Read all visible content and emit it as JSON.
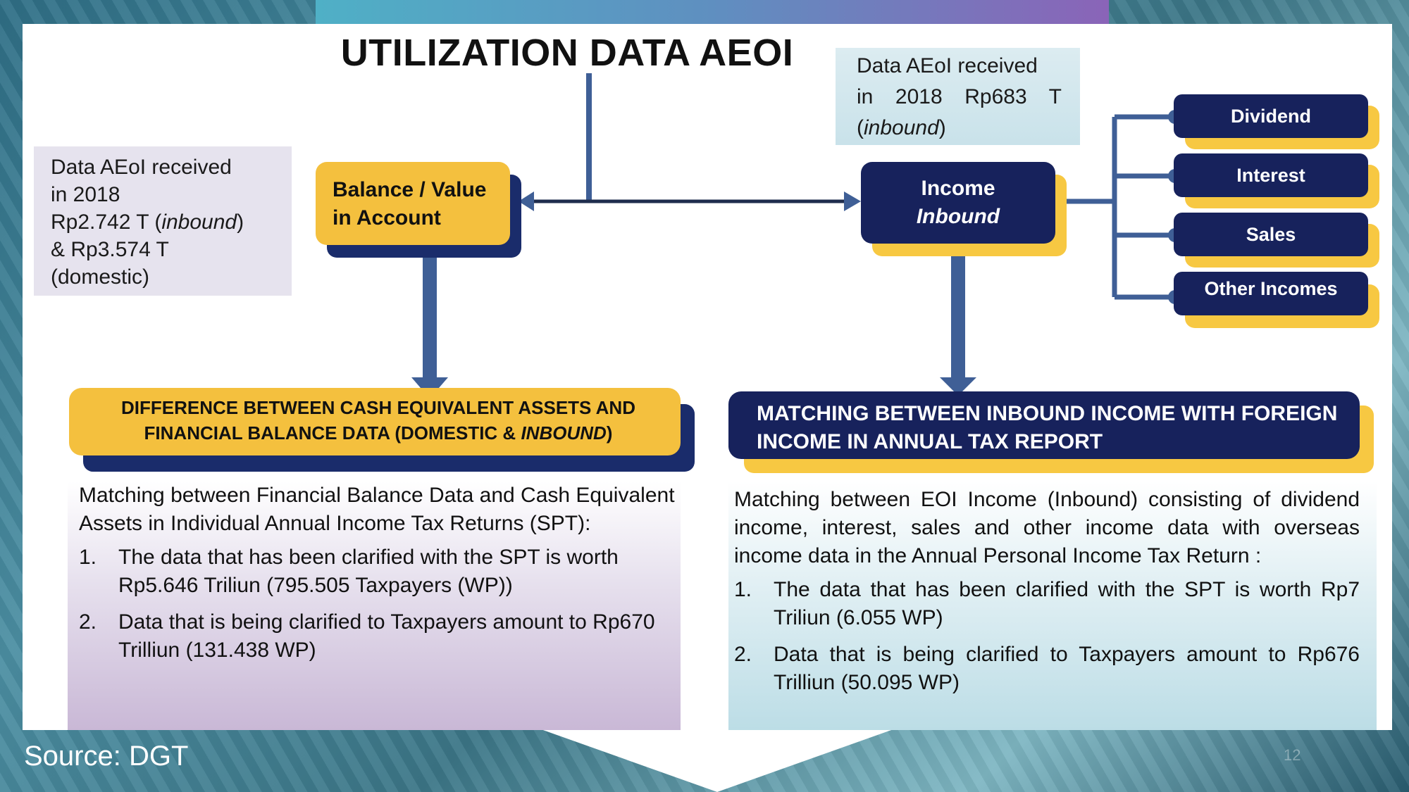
{
  "title": "UTILIZATION DATA AEOI",
  "note_left": {
    "line1": "Data AEoI received",
    "line2": "in 2018",
    "line3_pre": "Rp2.742 T (",
    "line3_em": "inbound",
    "line3_post": ")",
    "line4": "& Rp3.574 T",
    "line5": "(domestic)"
  },
  "note_right": {
    "line1": "Data AEoI received",
    "line2": "in 2018 Rp683 T",
    "line3_pre": "(",
    "line3_em": "inbound",
    "line3_post": ")"
  },
  "balance_box": {
    "line1": "Balance / Value",
    "line2": "in Account"
  },
  "income_box": {
    "line1": "Income",
    "line2": "Inbound"
  },
  "categories": [
    "Dividend",
    "Interest",
    "Sales",
    "Other Incomes"
  ],
  "left_banner": {
    "line1": "DIFFERENCE BETWEEN CASH EQUIVALENT ASSETS AND",
    "line2_pre": "FINANCIAL BALANCE DATA (DOMESTIC & ",
    "line2_em": "INBOUND",
    "line2_post": ")"
  },
  "right_banner": {
    "line1": "MATCHING BETWEEN INBOUND INCOME WITH FOREIGN",
    "line2": "INCOME IN ANNUAL TAX REPORT"
  },
  "left_panel": {
    "intro": "Matching between Financial Balance Data and Cash Equivalent Assets in Individual Annual Income Tax Returns (SPT):",
    "items": [
      {
        "num": "1.",
        "text": "The data that has been clarified with the SPT is worth Rp5.646 Triliun (795.505 Taxpayers (WP))"
      },
      {
        "num": "2.",
        "text": "Data that is being clarified to Taxpayers amount to Rp670 Trilliun (131.438 WP)"
      }
    ]
  },
  "right_panel": {
    "intro": "Matching between EOI Income (Inbound) consisting of dividend income, interest, sales and other income data with overseas income data in the Annual Personal Income Tax Return :",
    "items": [
      {
        "num": "1.",
        "text": "The data that has been clarified with the SPT is worth Rp7 Triliun  (6.055 WP)"
      },
      {
        "num": "2.",
        "text": "Data that is being clarified to Taxpayers amount to Rp676 Trilliun (50.095 WP)"
      }
    ]
  },
  "source": "Source: DGT",
  "page_number": "12",
  "colors": {
    "navy": "#17225c",
    "gold": "#f4c03e",
    "connector": "#3f5f96"
  }
}
